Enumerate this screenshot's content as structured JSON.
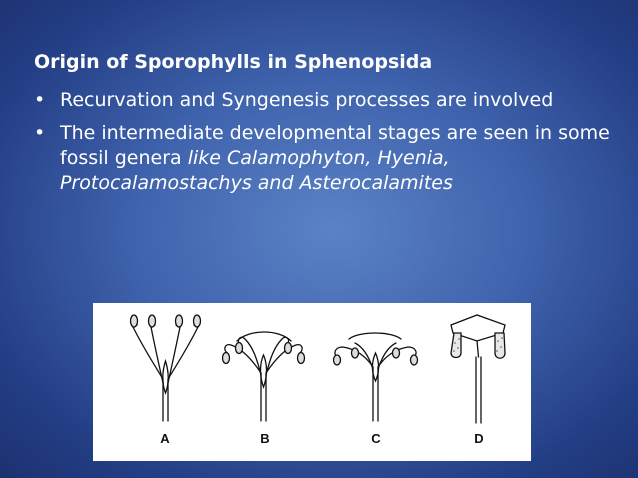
{
  "slide": {
    "title": "Origin of Sporophylls in Sphenopsida",
    "bullets": [
      {
        "text": "Recurvation and Syngenesis processes are involved"
      },
      {
        "text": "The intermediate developmental stages are seen in some fossil genera ",
        "italic_text": "like Calamophyton, Hyenia, Protocalamostachys and Asterocalamites"
      }
    ],
    "bullet_symbol": "•",
    "figure": {
      "labels": [
        "A",
        "B",
        "C",
        "D"
      ]
    }
  }
}
